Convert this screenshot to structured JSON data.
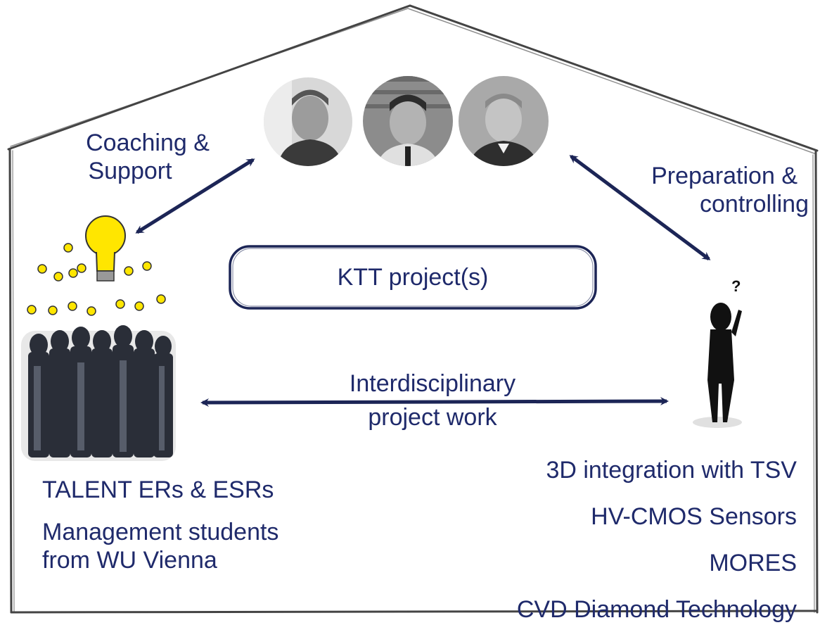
{
  "labels": {
    "coaching_line1": "Coaching &",
    "coaching_line2": "Support",
    "preparation_line1": "Preparation &",
    "preparation_line2": "controlling",
    "ktt": "KTT project(s)",
    "interdisciplinary_line1": "Interdisciplinary",
    "interdisciplinary_line2": "project work"
  },
  "left_group": [
    "TALENT ERs & ESRs",
    "Management students",
    "from WU Vienna"
  ],
  "right_list": [
    "3D integration with TSV",
    "HV-CMOS Sensors",
    "MORES",
    "CVD Diamond Technology"
  ],
  "icons": {
    "people": "person-photo-icon",
    "crowd": "crowd-with-ideas-icon",
    "thinker": "questioning-person-icon"
  },
  "colors": {
    "text": "#1f2a6b",
    "arrow": "#1c2556",
    "house": "#444444"
  }
}
